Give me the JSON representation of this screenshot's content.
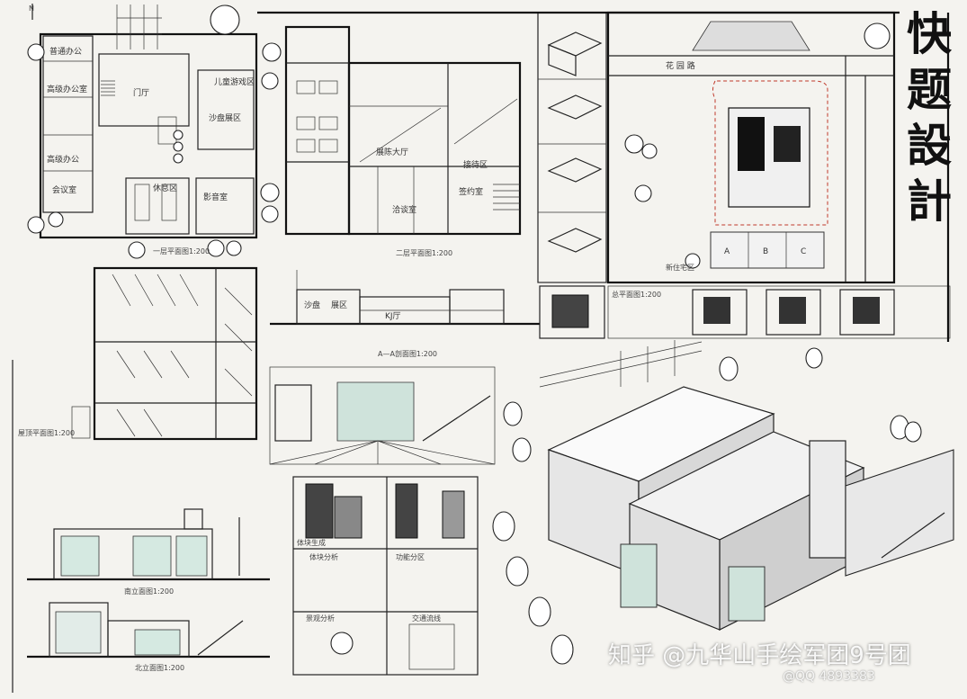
{
  "title_chars": [
    "快",
    "题",
    "設",
    "計"
  ],
  "watermark": {
    "main": "知乎 @九华山手绘军团9号团",
    "sub": "@QQ 4893383"
  },
  "room_labels": {
    "office_1": "普通办公",
    "office_2": "高级办公室",
    "office_3": "高级办公",
    "meeting": "会议室",
    "lobby": "门厅",
    "exhibit_1": "沙盘展区",
    "exhibit_2": "儿童游戏区",
    "cafe": "休息区",
    "av_room": "影音室",
    "exhibit_hall": "展陈大厅",
    "reception": "接待区",
    "negotiation": "洽谈室",
    "sales": "签约室"
  },
  "drawing_captions": {
    "plan_1": "一层平面图1:200",
    "plan_2": "二层平面图1:200",
    "roof_plan": "屋顶平面图1:200",
    "section": "A—A剖面图1:200",
    "elev_south": "南立面图1:200",
    "elev_north": "北立面图1:200",
    "site_plan": "总平面图1:200"
  },
  "site_labels": {
    "road_north": "花  园  路",
    "block_a": "A",
    "block_b": "B",
    "block_c": "C",
    "residential": "新住宅区"
  },
  "analysis_labels": {
    "concept": "体块生成",
    "step_1": "体块分析",
    "step_2": "功能分区",
    "step_3": "景观分析",
    "step_4": "交通流线"
  }
}
